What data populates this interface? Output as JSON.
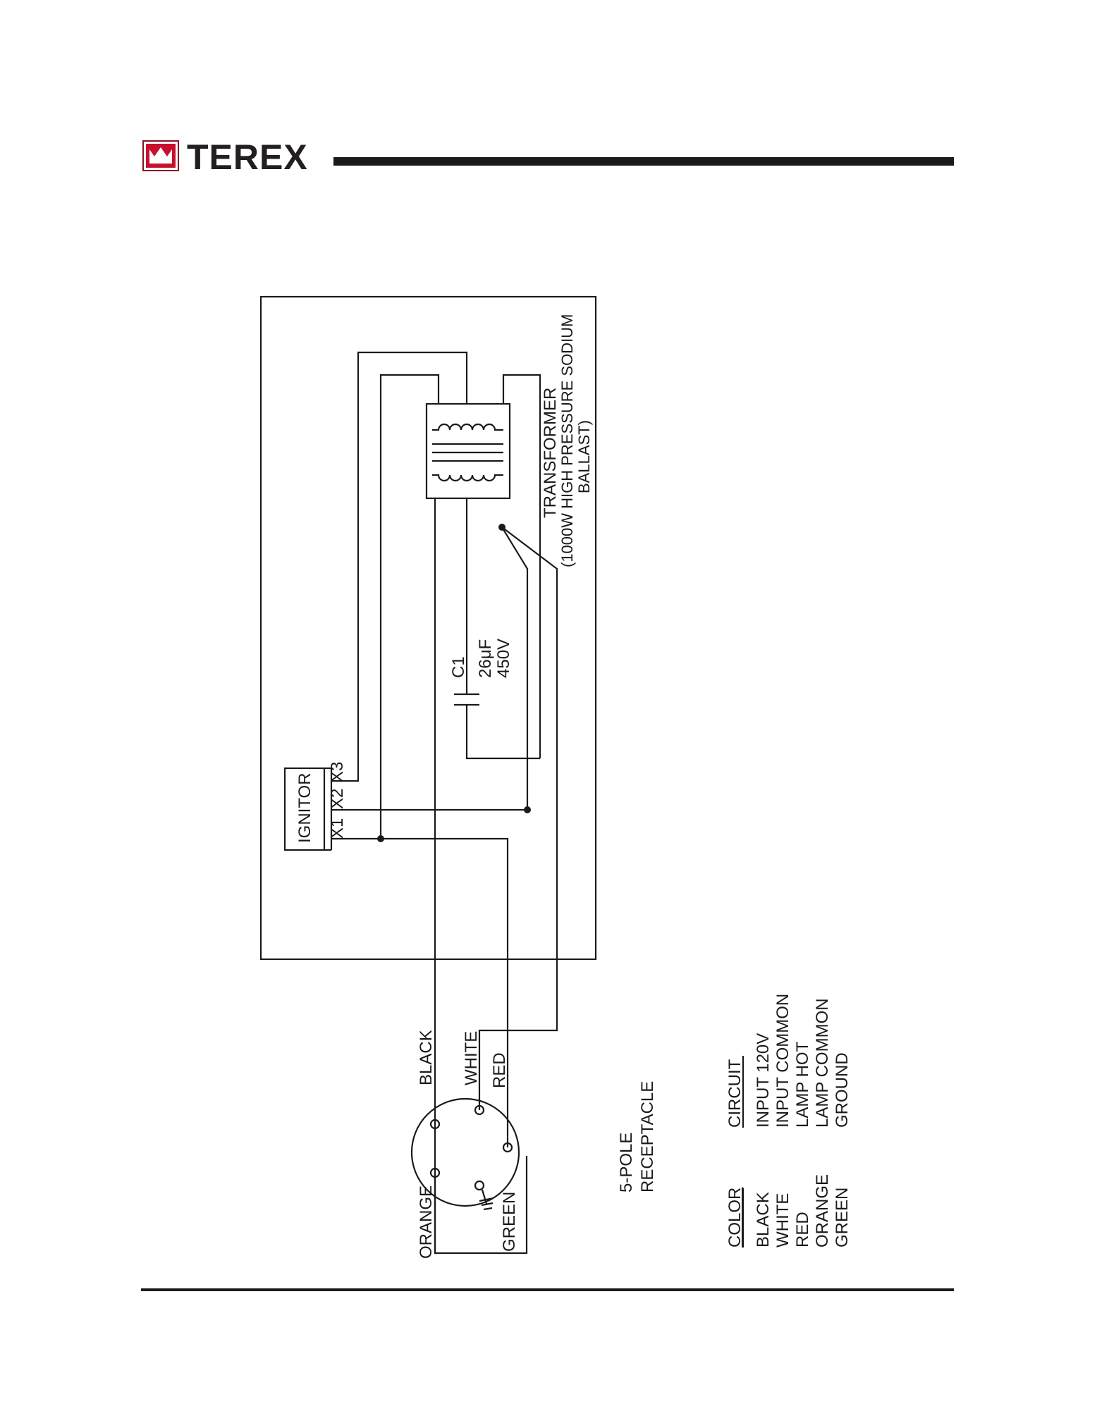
{
  "header": {
    "brand_name": "TEREX",
    "brand_color": "#c8102e"
  },
  "diagram": {
    "ignitor": {
      "label": "IGNITOR",
      "terminals": [
        "X1",
        "X2",
        "X3"
      ]
    },
    "transformer": {
      "title": "TRANSFORMER",
      "line2": "(1000W HIGH PRESSURE SODIUM",
      "line3": "BALLAST)"
    },
    "capacitor": {
      "name": "C1",
      "value": "26μF",
      "voltage": "450V"
    },
    "receptacle": {
      "line1": "5-POLE",
      "line2": "RECEPTACLE",
      "pins": [
        "BLACK",
        "WHITE",
        "RED",
        "ORANGE",
        "GREEN"
      ]
    }
  },
  "legend": {
    "col_color_header": "COLOR",
    "col_circuit_header": "CIRCUIT",
    "rows": [
      {
        "color": "BLACK",
        "circuit": "INPUT 120V"
      },
      {
        "color": "WHITE",
        "circuit": "INPUT COMMON"
      },
      {
        "color": "RED",
        "circuit": "LAMP HOT"
      },
      {
        "color": "ORANGE",
        "circuit": "LAMP COMMON"
      },
      {
        "color": "GREEN",
        "circuit": "GROUND"
      }
    ]
  }
}
